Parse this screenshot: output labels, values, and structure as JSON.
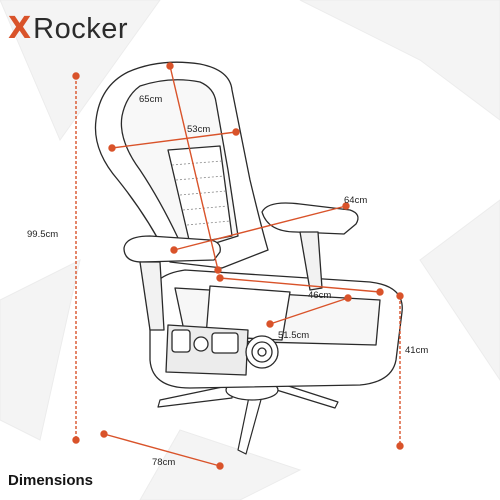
{
  "brand": {
    "x_mark": "X",
    "wordmark": "Rocker",
    "accent_color": "#d9532a"
  },
  "dimensions": {
    "overall_height": "99.5cm",
    "backrest_height": "65cm",
    "backrest_width": "53cm",
    "armrest_width": "64cm",
    "seat_width": "46cm",
    "seat_depth": "51.5cm",
    "seat_height": "41cm",
    "base_width": "78cm"
  },
  "caption": "Dimensions",
  "colors": {
    "measure_line": "#d9532a",
    "outline": "#2a2a2a",
    "panel_fill": "#ececec",
    "background_facets": "#f3f3f3"
  }
}
